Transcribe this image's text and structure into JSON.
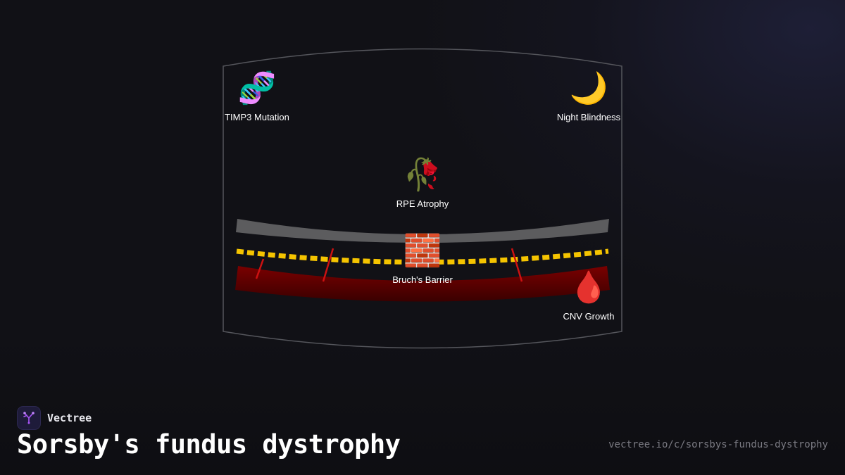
{
  "brand": {
    "name": "Vectree",
    "logo_icon": "vectree-tree-logo-icon",
    "accent_color": "#a855f7"
  },
  "title": "Sorsby's fundus dystrophy",
  "url": "vectree.io/c/sorsbys-fundus-dystrophy",
  "diagram": {
    "nodes": {
      "timp3": {
        "label": "TIMP3 Mutation",
        "icon": "🧬",
        "icon_name": "dna-icon"
      },
      "night": {
        "label": "Night Blindness",
        "icon": "🌙",
        "icon_name": "crescent-moon-icon"
      },
      "rpe": {
        "label": "RPE Atrophy",
        "icon": "🥀",
        "icon_name": "wilted-flower-icon"
      },
      "bruch": {
        "label": "Bruch's Barrier",
        "icon": "🧱",
        "icon_name": "brick-wall-icon"
      },
      "cnv": {
        "label": "CNV Growth",
        "icon": "🩸",
        "icon_name": "blood-drop-icon"
      }
    },
    "colors": {
      "frame": "#55565c",
      "rpe_layer": "#5c5c5e",
      "bruch_dash": "#f5c400",
      "choroid": "#6b0000",
      "vessel": "#cc1111"
    }
  }
}
